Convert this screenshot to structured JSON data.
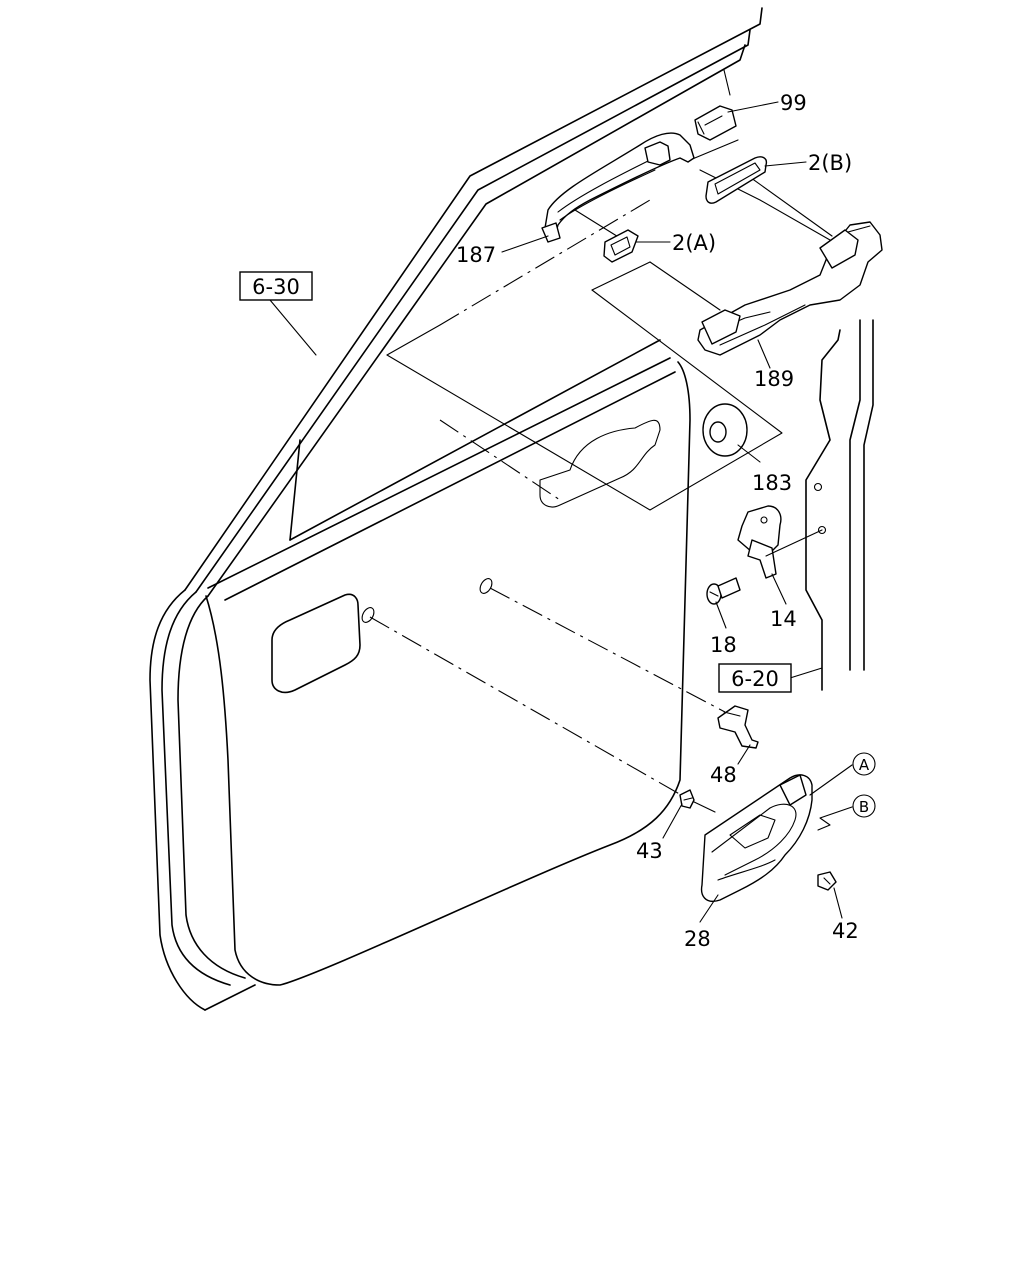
{
  "references": {
    "ref_6_30": "6-30",
    "ref_6_20": "6-20"
  },
  "parts": {
    "p99": "99",
    "p2b": "2(B)",
    "p2a": "2(A)",
    "p187": "187",
    "p189": "189",
    "p183": "183",
    "p14": "14",
    "p18": "18",
    "p48": "48",
    "p43": "43",
    "p28": "28",
    "p42": "42"
  },
  "markers": {
    "a": "A",
    "b": "B"
  }
}
